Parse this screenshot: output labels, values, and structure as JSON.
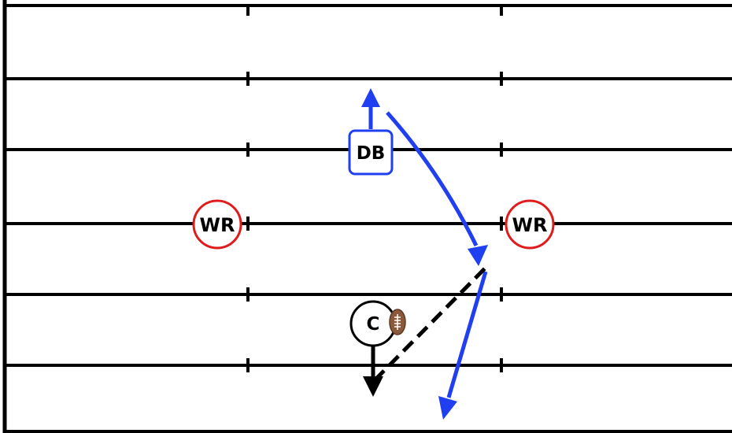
{
  "colors": {
    "field_lines": "#000000",
    "receiver": "#e01b1b",
    "defender": "#1f3ff0",
    "route": "#1f3ff0",
    "pass_path": "#000000",
    "football": "#8b5a3c"
  },
  "players": {
    "wr_left": {
      "label": "WR",
      "role": "receiver"
    },
    "wr_right": {
      "label": "WR",
      "role": "receiver"
    },
    "defender": {
      "label": "DB",
      "role": "defender"
    },
    "center": {
      "label": "C",
      "role": "center"
    }
  },
  "icons": {
    "ball": "football-icon"
  }
}
